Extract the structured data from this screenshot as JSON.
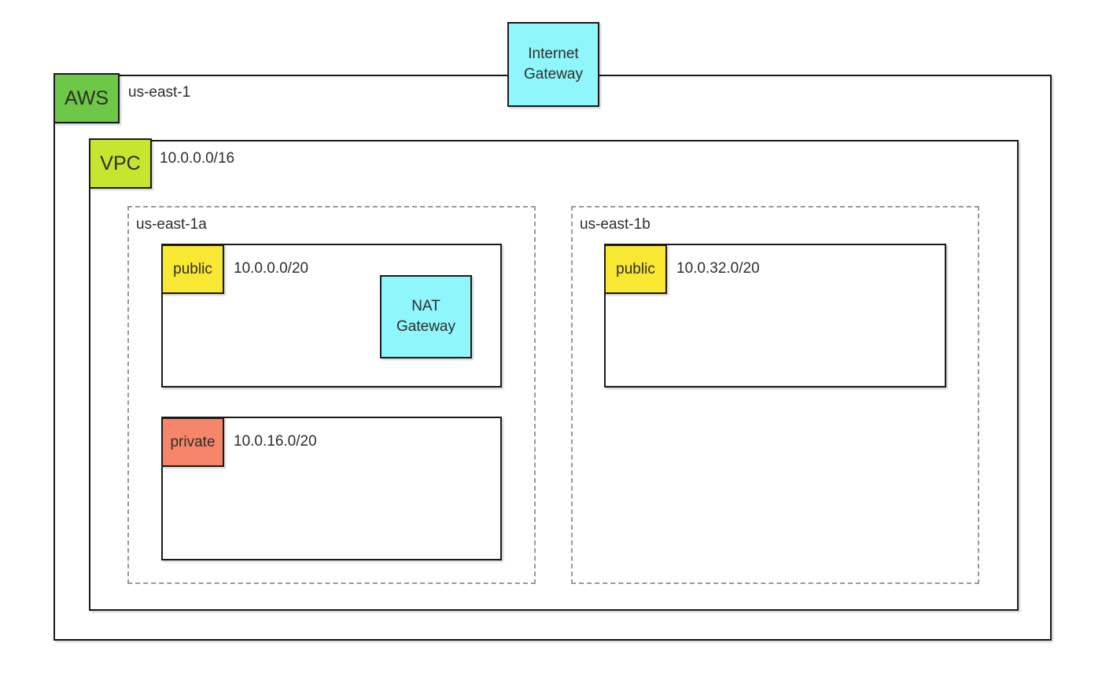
{
  "colors": {
    "aws_green": "#6EC847",
    "vpc_chartreuse": "#C6E52F",
    "gateway_cyan": "#8FF6FB",
    "public_yellow": "#F8E733",
    "private_salmon": "#F6866A",
    "border_black": "#1a1a1a",
    "dashed_gray": "#999999"
  },
  "internet_gateway": {
    "label": "Internet Gateway"
  },
  "region": {
    "badge": "AWS",
    "name": "us-east-1",
    "vpc": {
      "badge": "VPC",
      "cidr": "10.0.0.0/16",
      "availability_zones": [
        {
          "name": "us-east-1a",
          "subnets": [
            {
              "type": "public",
              "cidr": "10.0.0.0/20",
              "gateway_label": "NAT Gateway"
            },
            {
              "type": "private",
              "cidr": "10.0.16.0/20"
            }
          ]
        },
        {
          "name": "us-east-1b",
          "subnets": [
            {
              "type": "public",
              "cidr": "10.0.32.0/20"
            }
          ]
        }
      ]
    }
  }
}
